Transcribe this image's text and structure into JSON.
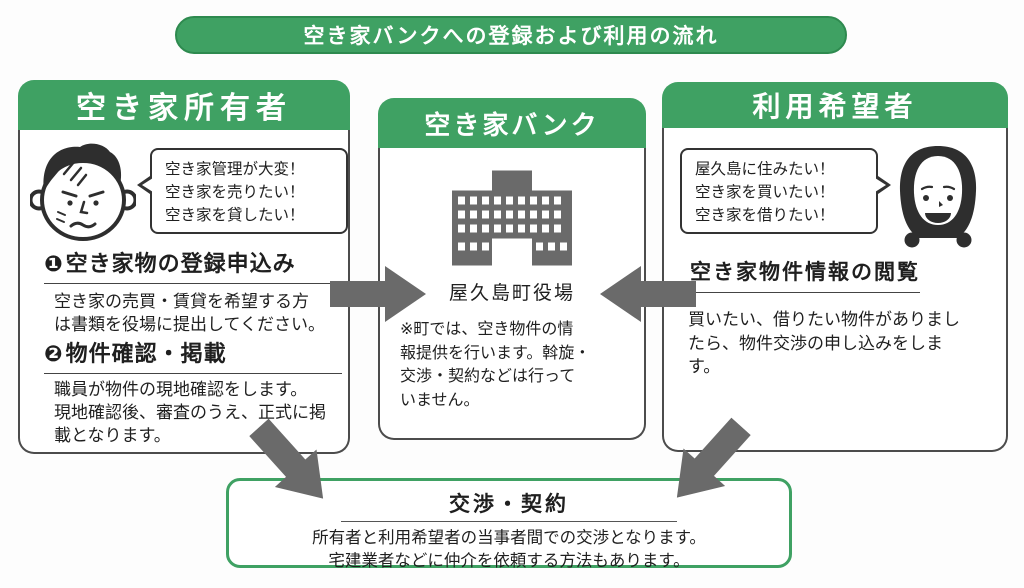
{
  "colors": {
    "green": "#3FA163",
    "green_dark": "#2E8A4F",
    "arrow_gray": "#6A6A6A",
    "panel_border_gray": "#4C4C4C",
    "text": "#1F1F1F"
  },
  "banner": {
    "title": "空き家バンクへの登録および利用の流れ"
  },
  "owner_panel": {
    "title": "空き家所有者",
    "speech_bubble": {
      "lines": [
        "空き家管理が大変！",
        "空き家を売りたい！",
        "空き家を貸したい！"
      ]
    },
    "steps": [
      {
        "number": "❶",
        "heading": "空き家物の登録申込み",
        "body_lines": [
          "空き家の売買・賃貸を希望する方",
          "は書類を役場に提出してください。"
        ]
      },
      {
        "number": "❷",
        "heading": "物件確認・掲載",
        "body_lines": [
          "職員が物件の現地確認をします。",
          "現地確認後、審査のうえ、正式に掲",
          "載となります。"
        ]
      }
    ]
  },
  "bank_panel": {
    "title": "空き家バンク",
    "building_label": "屋久島町役場",
    "note_lines": [
      "※町では、空き物件の情",
      "報提供を行います。斡旋・",
      "交渉・契約などは行って",
      "いません。"
    ]
  },
  "user_panel": {
    "title": "利用希望者",
    "speech_bubble": {
      "lines": [
        "屋久島に住みたい！",
        "空き家を買いたい！",
        "空き家を借りたい！"
      ]
    },
    "heading": "空き家物件情報の閲覧",
    "body_lines": [
      "買いたい、借りたい物件がありまし",
      "たら、物件交渉の申し込みをしま",
      "す。"
    ]
  },
  "contract_box": {
    "heading": "交渉・契約",
    "body_lines": [
      "所有者と利用希望者の当事者間での交渉となります。",
      "宅建業者などに仲介を依頼する方法もあります。"
    ]
  }
}
